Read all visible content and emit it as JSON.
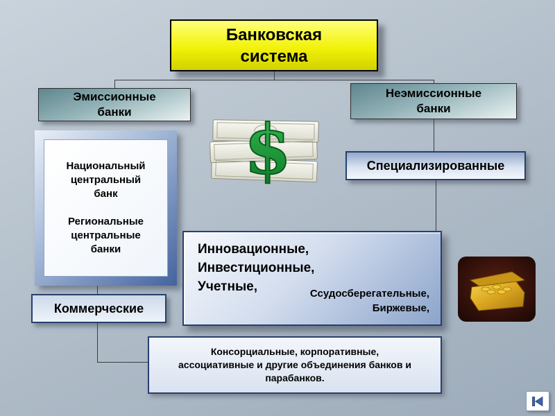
{
  "title": {
    "text": "Банковская\nсистема"
  },
  "branches": {
    "emission": {
      "label": "Эмиссионные\nбанки"
    },
    "non_emission": {
      "label": "Неэмиссионные\nбанки"
    }
  },
  "boxes": {
    "central_banks": {
      "text": "Национальный\nцентральный\nбанк\n\nРегиональные\nцентральные\nбанки"
    },
    "specialized": {
      "label": "Специализированные"
    },
    "innovative": {
      "main": "Инновационные,\nИнвестиционные,\nУчетные,",
      "secondary": "Ссудосберегательные,\nБиржевые,"
    },
    "commercial": {
      "label": "Коммерческие"
    },
    "associations": {
      "text": "Консорциальные, корпоративные,\nассоциативные и другие объединения банков и\nпарабанков."
    }
  },
  "icons": {
    "money": "dollar-bills",
    "treasure": "gold-chest",
    "nav_back": "previous-slide"
  },
  "colors": {
    "background": "#aebbc7",
    "title_fill": "#f2f20a",
    "branch_fill": "#6d9298",
    "box_border": "#25406e",
    "money_green": "#1e9e3e",
    "gold": "#d9a520",
    "nav_blue": "#3f63b0"
  }
}
